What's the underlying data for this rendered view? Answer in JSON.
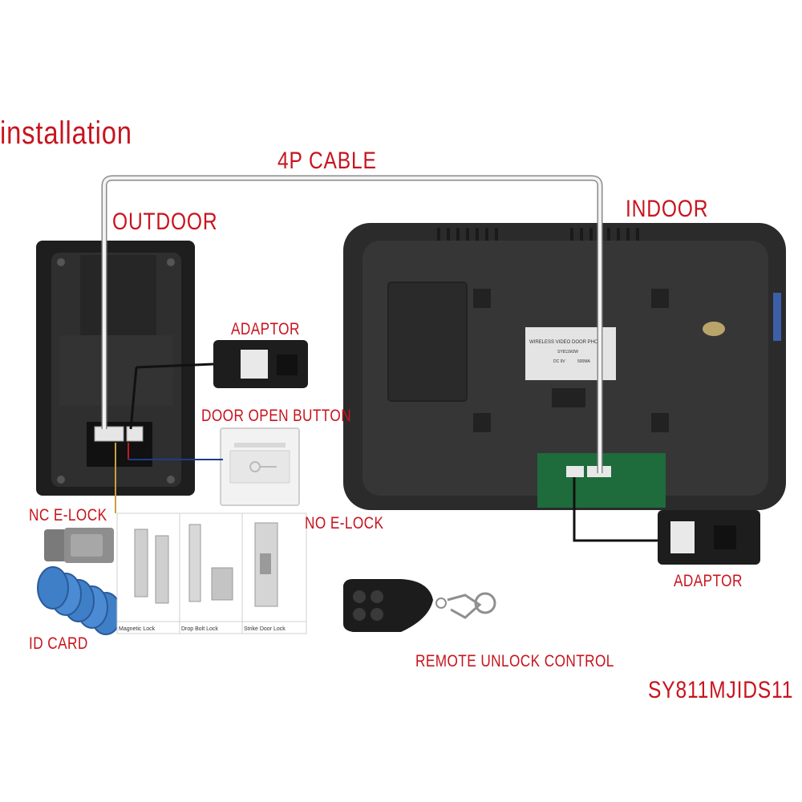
{
  "labels": {
    "installation": "installation",
    "cable": "4P CABLE",
    "outdoor": "OUTDOOR",
    "indoor": "INDOOR",
    "adaptor_outdoor": "ADAPTOR",
    "door_open_button": "DOOR OPEN BUTTON",
    "nc_elock": "NC E-LOCK",
    "no_elock": "NO E-LOCK",
    "id_card": "ID CARD",
    "adaptor_indoor": "ADAPTOR",
    "remote": "REMOTE UNLOCK CONTROL",
    "model": "SY811MJIDS11"
  },
  "indoor_sticker": {
    "title": "WIRELESS VIDEO DOOR PHO",
    "model_row": "SY811MJW",
    "input_row": "DC 9V",
    "current_row": "500MA"
  },
  "lock_types": [
    {
      "label": "Magnetic Lock"
    },
    {
      "label": "Drop Bolt Lock"
    },
    {
      "label": "Strike Door Lock"
    }
  ],
  "colors": {
    "label": "#c8141e",
    "device_body": "#2b2b2b",
    "cable": "#d8d8d8",
    "id_tag": "#3f7fc8"
  }
}
